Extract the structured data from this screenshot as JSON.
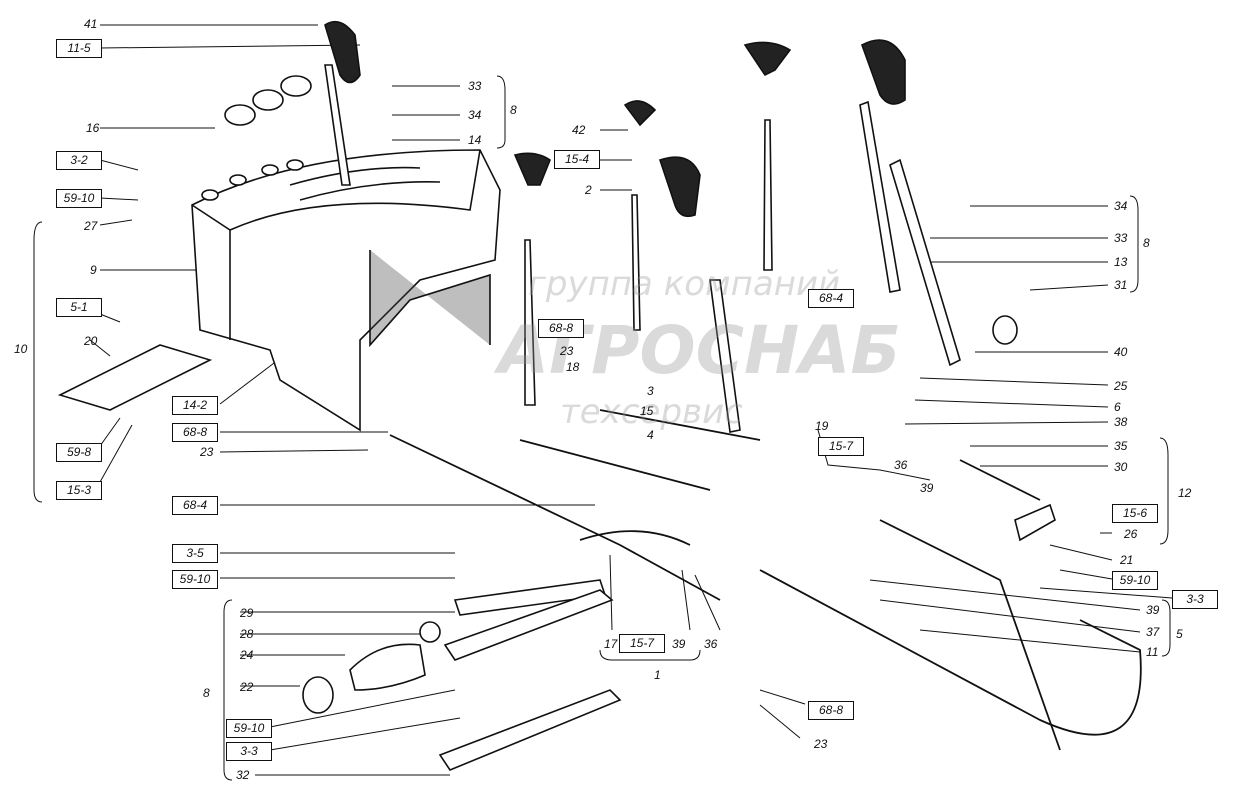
{
  "diagram": {
    "watermark": {
      "line1": "группа компаний",
      "line2": "АГРОСНАБ",
      "line3": "техсервис"
    },
    "refs": [
      "11-5",
      "3-2",
      "59-10",
      "5-1",
      "14-2",
      "68-8",
      "59-8",
      "15-3",
      "15-4",
      "68-8",
      "68-4",
      "15-7",
      "68-4",
      "3-5",
      "59-10",
      "59-10",
      "3-3",
      "15-7",
      "68-8",
      "15-6",
      "59-10",
      "3-3"
    ],
    "numbers": [
      "41",
      "16",
      "27",
      "9",
      "10",
      "20",
      "23",
      "33",
      "34",
      "14",
      "8",
      "42",
      "2",
      "18",
      "23",
      "3",
      "4",
      "15",
      "8",
      "17",
      "39",
      "36",
      "1",
      "29",
      "28",
      "24",
      "22",
      "32",
      "34",
      "33",
      "13",
      "31",
      "8",
      "40",
      "25",
      "6",
      "38",
      "19",
      "36",
      "39",
      "35",
      "30",
      "12",
      "26",
      "21",
      "39",
      "37",
      "11",
      "5",
      "23"
    ],
    "colors": {
      "ink": "#111111",
      "paper": "#ffffff",
      "watermark": "#969696"
    }
  }
}
